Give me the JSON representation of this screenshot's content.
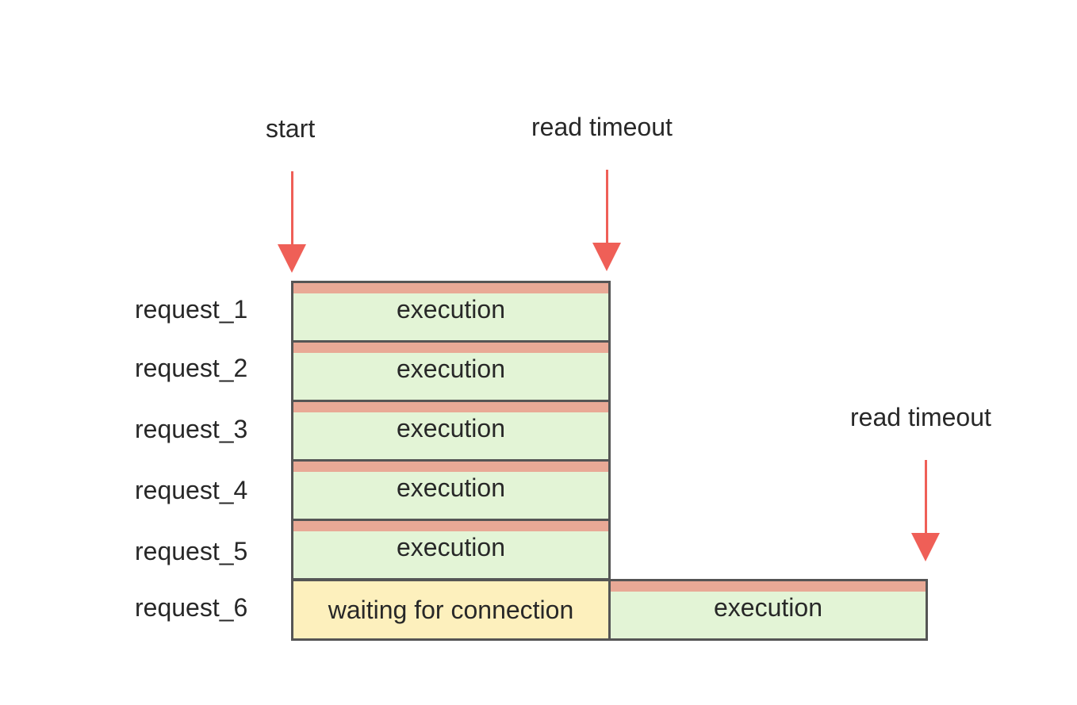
{
  "markers": [
    {
      "id": "start",
      "label": "start"
    },
    {
      "id": "read-timeout-1",
      "label": "read timeout"
    },
    {
      "id": "read-timeout-2",
      "label": "read timeout"
    }
  ],
  "rows": [
    {
      "label": "request_1",
      "segments": [
        {
          "kind": "execution",
          "text": "execution"
        }
      ]
    },
    {
      "label": "request_2",
      "segments": [
        {
          "kind": "execution",
          "text": "execution"
        }
      ]
    },
    {
      "label": "request_3",
      "segments": [
        {
          "kind": "execution",
          "text": "execution"
        }
      ]
    },
    {
      "label": "request_4",
      "segments": [
        {
          "kind": "execution",
          "text": "execution"
        }
      ]
    },
    {
      "label": "request_5",
      "segments": [
        {
          "kind": "execution",
          "text": "execution"
        }
      ]
    },
    {
      "label": "request_6",
      "segments": [
        {
          "kind": "waiting",
          "text": "waiting for connection"
        },
        {
          "kind": "execution",
          "text": "execution"
        }
      ]
    }
  ],
  "colors": {
    "arrow": "#ef5f57",
    "execution_fill": "#e3f4d6",
    "execution_strip": "#e9a996",
    "waiting_fill": "#fdf0bd",
    "border": "#555555"
  }
}
